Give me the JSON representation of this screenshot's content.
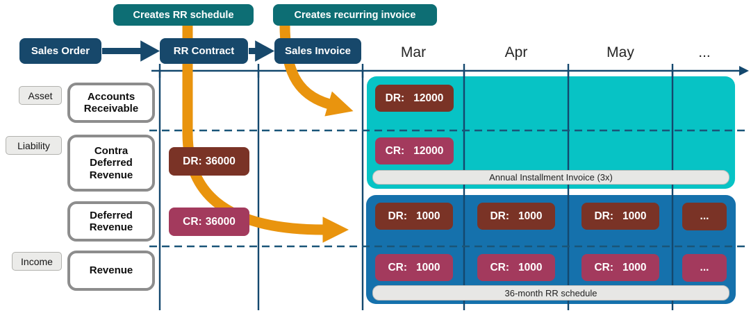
{
  "flow": {
    "annotations": [
      {
        "label": "Creates RR schedule"
      },
      {
        "label": "Creates recurring invoice"
      }
    ],
    "nodes": [
      {
        "label": "Sales Order"
      },
      {
        "label": "RR Contract"
      },
      {
        "label": "Sales Invoice"
      }
    ]
  },
  "timeline": {
    "months": [
      {
        "label": "Mar"
      },
      {
        "label": "Apr"
      },
      {
        "label": "May"
      },
      {
        "label": "..."
      }
    ]
  },
  "ledger": {
    "categories": [
      {
        "label": "Asset"
      },
      {
        "label": "Liability"
      },
      {
        "label": "Income"
      }
    ],
    "accounts": [
      {
        "label": "Accounts Receivable"
      },
      {
        "label": "Contra Deferred Revenue"
      },
      {
        "label": "Deferred Revenue"
      },
      {
        "label": "Revenue"
      }
    ]
  },
  "contract_postings": {
    "debit": {
      "label": "DR:",
      "value": "36000"
    },
    "credit": {
      "label": "CR:",
      "value": "36000"
    }
  },
  "invoice_band": {
    "debit": {
      "label": "DR:",
      "value": "12000"
    },
    "credit": {
      "label": "CR:",
      "value": "12000"
    },
    "caption": "Annual Installment Invoice (3x)"
  },
  "schedule_band": {
    "debits": [
      {
        "label": "DR:",
        "value": "1000"
      },
      {
        "label": "DR:",
        "value": "1000"
      },
      {
        "label": "DR:",
        "value": "1000"
      },
      {
        "label": "..."
      }
    ],
    "credits": [
      {
        "label": "CR:",
        "value": "1000"
      },
      {
        "label": "CR:",
        "value": "1000"
      },
      {
        "label": "CR:",
        "value": "1000"
      },
      {
        "label": "..."
      }
    ],
    "caption": "36-month RR schedule"
  },
  "colors": {
    "navy_node": "#17486b",
    "teal_annotation": "#0d6e74",
    "invoice_region_teal": "#07c3c5",
    "schedule_region_blue": "#1571ac",
    "debit_red": "#7a3326",
    "credit_magenta": "#a33a5d",
    "arrow_orange": "#e9940e",
    "grid_navy": "#14486e"
  }
}
